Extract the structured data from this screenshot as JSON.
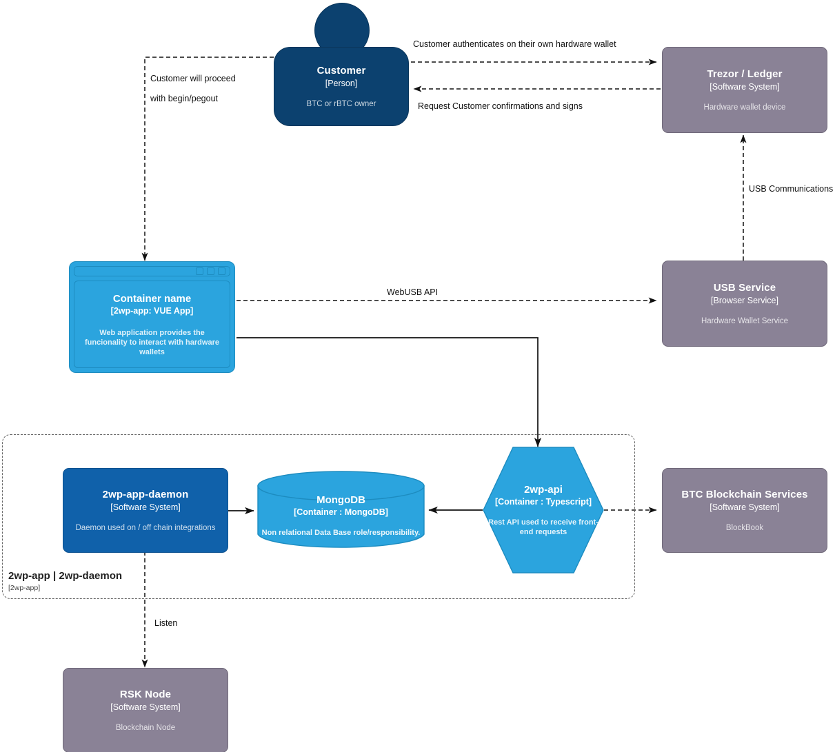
{
  "diagram": {
    "title": "2wp-app container diagram",
    "colors": {
      "person": "#0C416F",
      "system": "#8A8296",
      "container_dark": "#1061AA",
      "container_light": "#2BA4DE",
      "edge": "#111111",
      "boundary": "#666666"
    }
  },
  "nodes": {
    "customer": {
      "name": "Customer",
      "type": "[Person]",
      "description": "BTC or rBTC owner"
    },
    "trezor_ledger": {
      "name": "Trezor / Ledger",
      "type": "[Software System]",
      "description": "Hardware wallet device"
    },
    "container_name": {
      "name": "Container name",
      "type": "[2wp-app: VUE App]",
      "description": "Web application provides the funcionality to interact with hardware wallets"
    },
    "usb_service": {
      "name": "USB Service",
      "type": "[Browser Service]",
      "description": "Hardware Wallet Service"
    },
    "daemon": {
      "name": "2wp-app-daemon",
      "type": "[Software System]",
      "description": "Daemon used on / off chain integrations"
    },
    "mongodb": {
      "name": "MongoDB",
      "type": "[Container : MongoDB]",
      "description": "Non relational Data Base role/responsibility."
    },
    "api": {
      "name": "2wp-api",
      "type": "[Container : Typescript]",
      "description": "Rest API used to receive front-end requests"
    },
    "btc_services": {
      "name": "BTC Blockchain Services",
      "type": "[Software System]",
      "description": "BlockBook"
    },
    "rsk_node": {
      "name": "RSK Node",
      "type": "[Software System]",
      "description": "Blockchain Node"
    }
  },
  "boundary": {
    "name": "2wp-app | 2wp-daemon",
    "type": "[2wp-app]"
  },
  "edges": {
    "customer_to_trezor": "Customer authenticates on their own hardware wallet",
    "trezor_to_customer": "Request Customer confirmations and signs",
    "customer_to_app_line1": "Customer will proceed",
    "customer_to_app_line2": "with begin/pegout",
    "usb_to_trezor": "USB Communications",
    "app_to_usb": "WebUSB API",
    "daemon_to_rsk": "Listen"
  }
}
